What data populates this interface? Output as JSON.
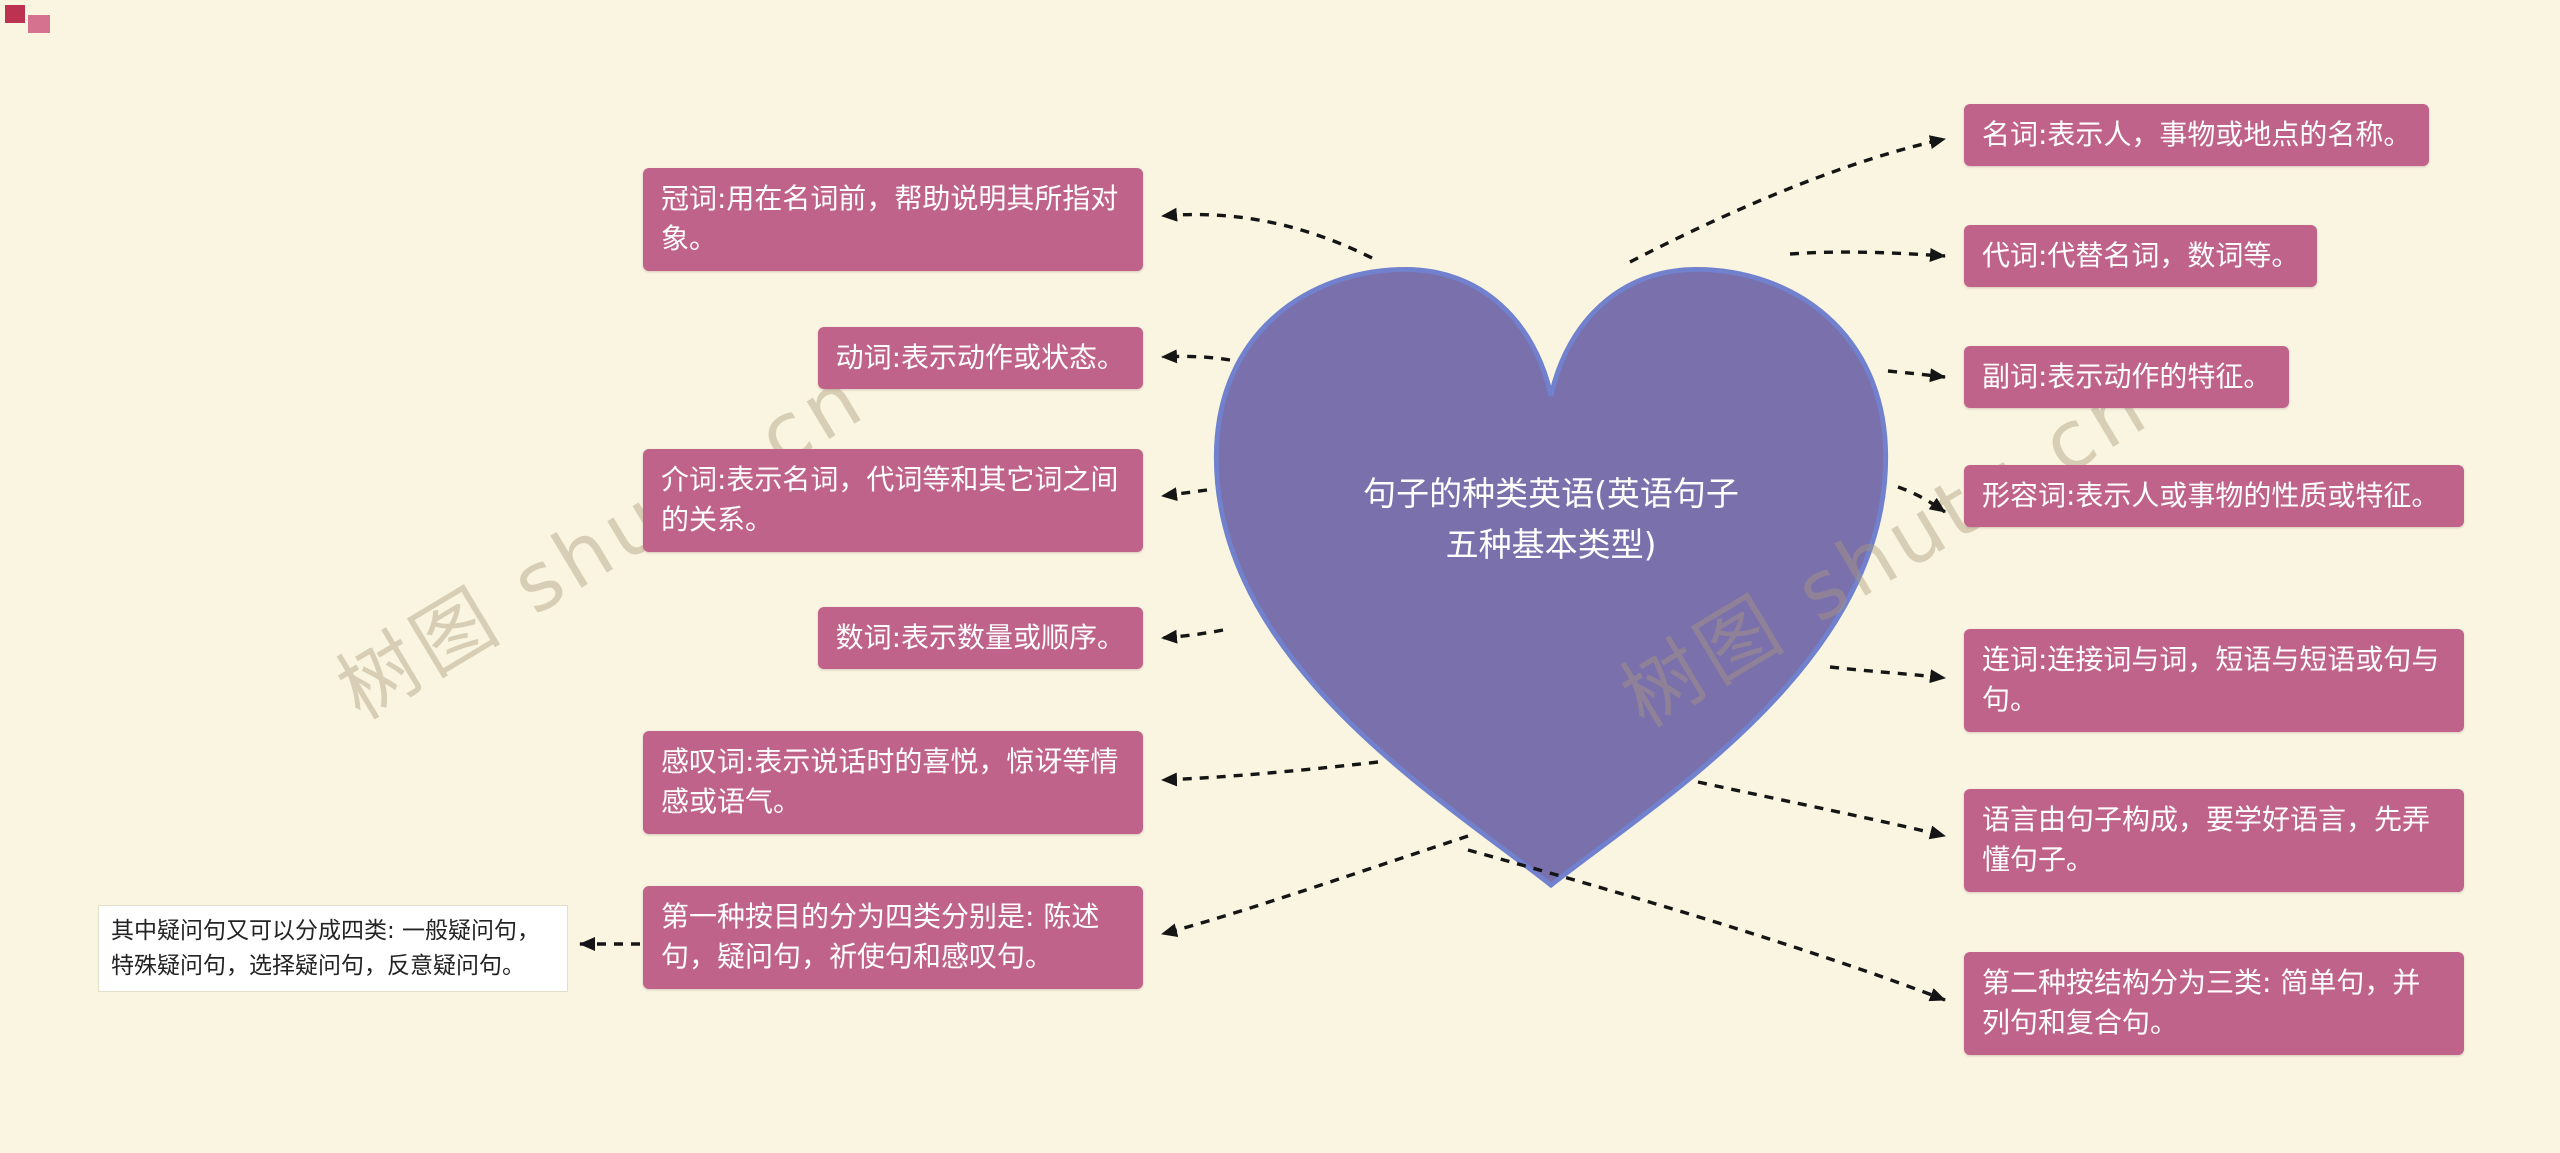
{
  "page": {
    "background_color": "#f9f5e0"
  },
  "decor": {
    "corner_square_1_color": "#bb3350",
    "corner_square_2_color": "#d4728f"
  },
  "watermark": {
    "text": "树图 shutu.cn"
  },
  "heart": {
    "title": "句子的种类英语(英语句子五种基本类型)",
    "fill_color": "#7a70ac",
    "stroke_color": "#7181cd"
  },
  "colors": {
    "node_background": "#c0638a",
    "node_text": "#ffffff",
    "arrow": "#151515"
  },
  "left_nodes": [
    {
      "label": "冠词:用在名词前，帮助说明其所指对象。"
    },
    {
      "label": "动词:表示动作或状态。"
    },
    {
      "label": "介词:表示名词，代词等和其它词之间的关系。"
    },
    {
      "label": "数词:表示数量或顺序。"
    },
    {
      "label": "感叹词:表示说话时的喜悦，惊讶等情感或语气。"
    },
    {
      "label": "第一种按目的分为四类分别是: 陈述句，疑问句，祈使句和感叹句。"
    }
  ],
  "left_note": {
    "label": "其中疑问句又可以分成四类: 一般疑问句，特殊疑问句，选择疑问句，反意疑问句。"
  },
  "right_nodes": [
    {
      "label": "名词:表示人，事物或地点的名称。"
    },
    {
      "label": "代词:代替名词，数词等。"
    },
    {
      "label": "副词:表示动作的特征。"
    },
    {
      "label": "形容词:表示人或事物的性质或特征。"
    },
    {
      "label": "连词:连接词与词，短语与短语或句与句。"
    },
    {
      "label": "语言由句子构成，要学好语言，先弄懂句子。"
    },
    {
      "label": "第二种按结构分为三类: 简单句，并列句和复合句。"
    }
  ]
}
